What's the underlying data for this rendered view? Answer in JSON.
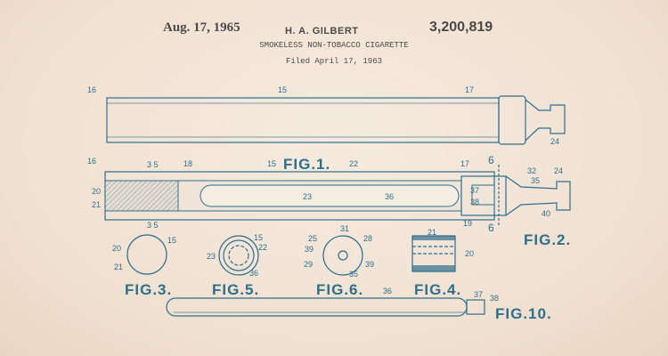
{
  "header": {
    "date": "Aug. 17, 1965",
    "inventor": "H. A. GILBERT",
    "patent_number": "3,200,819",
    "title": "SMOKELESS NON-TOBACCO CIGARETTE",
    "filed": "Filed April 17, 1963"
  },
  "figures": {
    "fig1": {
      "label": "FIG.1.",
      "refs": [
        "16",
        "15",
        "17",
        "24"
      ]
    },
    "fig2": {
      "label": "FIG.2.",
      "refs": [
        "16",
        "3 5",
        "18",
        "15",
        "22",
        "17",
        "6",
        "32",
        "24",
        "35",
        "37",
        "38",
        "40",
        "19",
        "6",
        "20",
        "21",
        "3 5",
        "23",
        "36"
      ]
    },
    "fig3": {
      "label": "FIG.3.",
      "refs": [
        "15",
        "20",
        "21"
      ]
    },
    "fig5": {
      "label": "FIG.5.",
      "refs": [
        "15",
        "22",
        "23",
        "36"
      ]
    },
    "fig6": {
      "label": "FIG.6.",
      "refs": [
        "31",
        "25",
        "28",
        "39",
        "29",
        "39",
        "35"
      ]
    },
    "fig4": {
      "label": "FIG.4.",
      "refs": [
        "21",
        "20"
      ]
    },
    "fig10": {
      "label": "FIG.10.",
      "refs": [
        "36",
        "37",
        "38"
      ]
    }
  },
  "colors": {
    "ink": "#2e6f8c",
    "paper": "#f2e4d6"
  }
}
